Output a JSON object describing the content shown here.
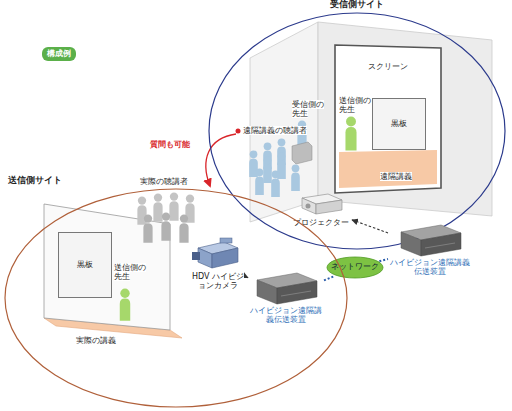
{
  "diagram": {
    "nodes": [
      {
        "text": [
          "構成例"
        ]
      },
      {
        "text": [
          "受信側サイト"
        ]
      },
      {
        "text": [
          "スクリーン"
        ],
        "in": 1
      },
      {
        "text": [
          "黒板"
        ],
        "in": 2
      },
      {
        "text": [
          "プロジェクター"
        ],
        "in": 1
      },
      {
        "text": [
          "ハイビジョン遠隔講義伝送装置"
        ],
        "in": 1
      },
      {
        "text": [
          "ネットワーク"
        ]
      },
      {
        "text": [
          "送信側サイト"
        ]
      },
      {
        "text": [
          "黒板"
        ],
        "in": 7
      },
      {
        "text": [
          "HDV ハイビジョンカメラ"
        ],
        "in": 7
      },
      {
        "text": [
          "ハイビジョン遠隔講義伝送装置"
        ],
        "in": 7
      }
    ],
    "edges": [
      {
        "from": 9,
        "to": 10,
        "arrow": "to"
      },
      {
        "from": 10,
        "to": 6,
        "arrow": "none"
      },
      {
        "from": 6,
        "to": 5,
        "arrow": "none"
      },
      {
        "from": 5,
        "to": 4,
        "arrow": "to"
      }
    ],
    "labels": [
      "受信側の先生",
      "遠隔講義の聴講者",
      "送信側の先生",
      "遠隔講義",
      "質問も可能",
      "実際の聴講者",
      "送信側の先生",
      "実際の講義"
    ]
  }
}
